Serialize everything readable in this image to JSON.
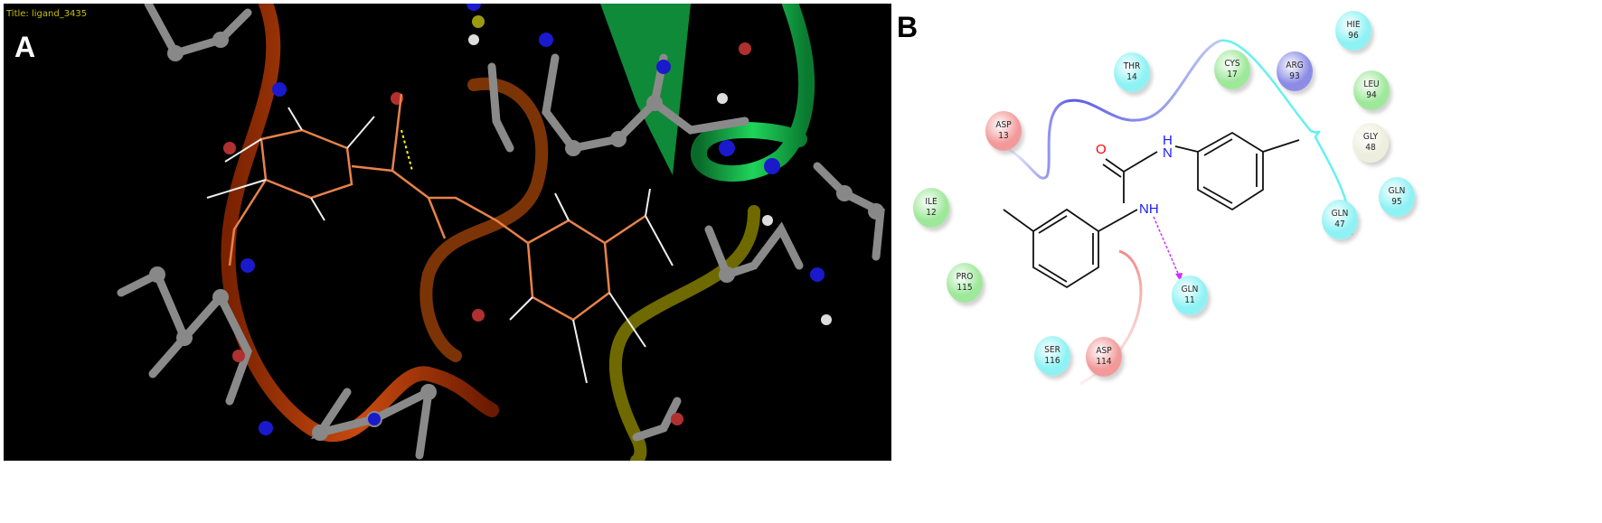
{
  "panel_a": {
    "label": "A",
    "title": "Title: ligand_3435"
  },
  "panel_b": {
    "label": "B",
    "ligand_atoms": {
      "oxygen": "O",
      "nh_top_h": "H",
      "nh_top_n": "N",
      "nh_bottom": "NH"
    },
    "residues": [
      {
        "name": "HIE",
        "num": "96",
        "color": "#8ef2f4"
      },
      {
        "name": "THR",
        "num": "14",
        "color": "#8ef2f4"
      },
      {
        "name": "CYS",
        "num": "17",
        "color": "#9ee89a"
      },
      {
        "name": "ARG",
        "num": "93",
        "color": "#8c8ce6"
      },
      {
        "name": "LEU",
        "num": "94",
        "color": "#9ee89a"
      },
      {
        "name": "ASP",
        "num": "13",
        "color": "#f29a9a"
      },
      {
        "name": "GLY",
        "num": "48",
        "color": "#eeeedd"
      },
      {
        "name": "ILE",
        "num": "12",
        "color": "#9ee89a"
      },
      {
        "name": "GLN",
        "num": "95",
        "color": "#8ef2f4"
      },
      {
        "name": "GLN",
        "num": "47",
        "color": "#8ef2f4"
      },
      {
        "name": "PRO",
        "num": "115",
        "color": "#9ee89a"
      },
      {
        "name": "GLN",
        "num": "11",
        "color": "#8ef2f4"
      },
      {
        "name": "SER",
        "num": "116",
        "color": "#8ef2f4"
      },
      {
        "name": "ASP",
        "num": "114",
        "color": "#f29a9a"
      }
    ],
    "colors": {
      "hbond_arrow": "#cc33ff",
      "nitrogen": "#1a1aff",
      "oxygen": "#ff0000"
    }
  }
}
